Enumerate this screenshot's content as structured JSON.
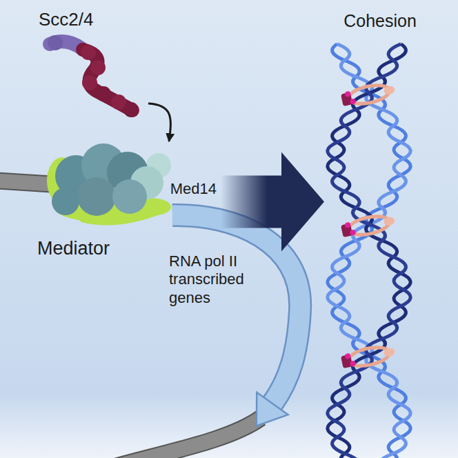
{
  "diagram": {
    "nodes": [
      {
        "text": [
          "Scc2/4"
        ]
      },
      {
        "text": [
          "Med14",
          "Mediator"
        ]
      },
      {
        "text": [
          "Cohesion"
        ]
      }
    ],
    "edges": [
      {
        "from": 0,
        "to": 1,
        "arrow": "to"
      },
      {
        "from": 1,
        "to": 2,
        "arrow": "to"
      }
    ],
    "labels": [
      "RNA pol II transcribed genes"
    ]
  }
}
